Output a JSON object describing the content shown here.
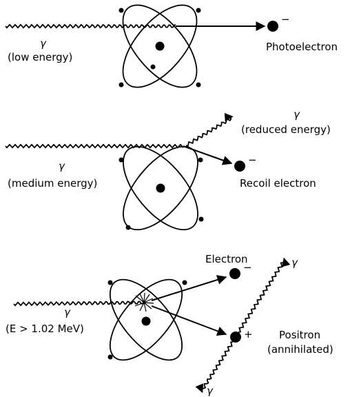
{
  "panels": [
    {
      "gamma_symbol": "γ",
      "incident_label": "(low energy)",
      "outgoing_label": "Photoelectron",
      "outgoing_charge": "−"
    },
    {
      "gamma_symbol": "γ",
      "incident_label": "(medium energy)",
      "scattered_gamma_symbol": "γ",
      "scattered_label": "(reduced energy)",
      "outgoing_label": "Recoil electron",
      "outgoing_charge": "−"
    },
    {
      "gamma_symbol": "γ",
      "incident_label": "(E > 1.02 MeV)",
      "electron_label": "Electron",
      "electron_charge": "−",
      "positron_label_line1": "Positron",
      "positron_label_line2": "(annihilated)",
      "positron_charge": "+",
      "annihilation_gamma_up": "γ",
      "annihilation_gamma_down": "γ"
    }
  ]
}
